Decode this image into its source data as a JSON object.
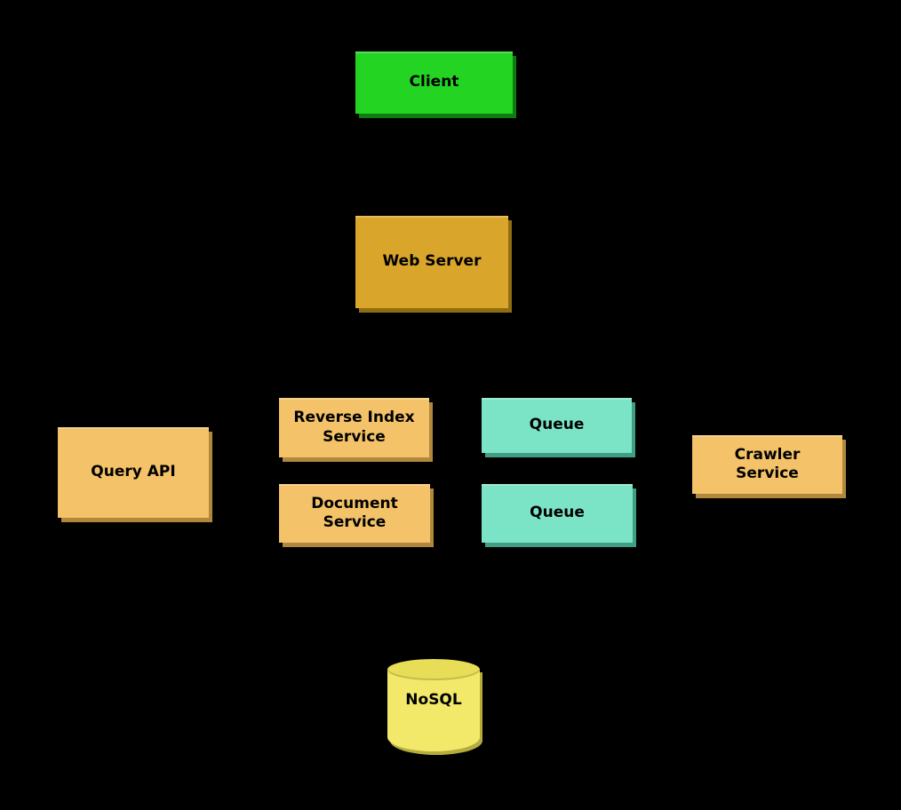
{
  "diagram": {
    "background_color": "#000000",
    "text_color": "#000000",
    "nodes": [
      {
        "id": "client",
        "label": "Client",
        "color": "#23d423",
        "shape": "rect"
      },
      {
        "id": "web-server",
        "label": "Web Server",
        "color": "#d9a62b",
        "shape": "rect"
      },
      {
        "id": "query-api",
        "label": "Query API",
        "color": "#f4c268",
        "shape": "rect"
      },
      {
        "id": "reverse-index-service",
        "label": "Reverse Index Service",
        "color": "#f4c268",
        "shape": "rect"
      },
      {
        "id": "queue-1",
        "label": "Queue",
        "color": "#7be4c6",
        "shape": "rect"
      },
      {
        "id": "document-service",
        "label": "Document Service",
        "color": "#f4c268",
        "shape": "rect"
      },
      {
        "id": "queue-2",
        "label": "Queue",
        "color": "#7be4c6",
        "shape": "rect"
      },
      {
        "id": "crawler-service",
        "label": "Crawler Service",
        "color": "#f4c268",
        "shape": "rect"
      },
      {
        "id": "nosql",
        "label": "NoSQL",
        "color": "#f2e96a",
        "shape": "cylinder"
      }
    ]
  }
}
